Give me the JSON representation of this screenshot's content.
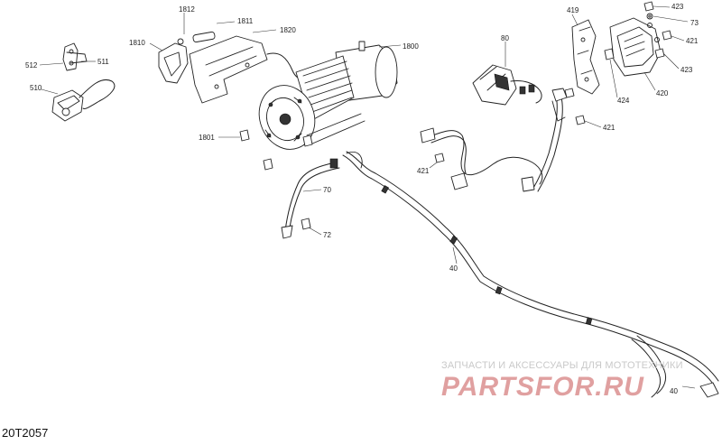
{
  "drawing_code": "20T2057",
  "watermark": {
    "text": "ЗАПЧАСТИ И АКСЕССУАРЫ ДЛЯ МОТОТЕХНИКИ",
    "logo": "PARTSFOR.RU"
  },
  "callouts": {
    "c512": "512",
    "c511": "511",
    "c510": "510",
    "c1812": "1812",
    "c1811": "1811",
    "c1810": "1810",
    "c1820": "1820",
    "c1800": "1800",
    "c1801": "1801",
    "c70": "70",
    "c72": "72",
    "c40a": "40",
    "c40b": "40",
    "c80": "80",
    "c421a": "421",
    "c421b": "421",
    "c421c": "421",
    "c419": "419",
    "c424": "424",
    "c420": "420",
    "c423a": "423",
    "c423b": "423",
    "c73": "73"
  }
}
